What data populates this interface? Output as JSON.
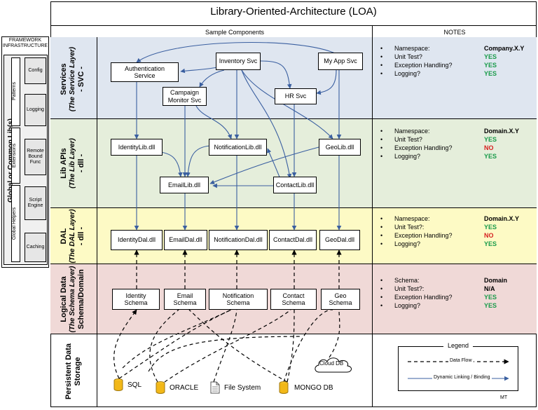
{
  "title": "Library-Oriented-Architecture (LOA)",
  "columns": {
    "components": "Sample Components",
    "notes": "NOTES"
  },
  "framework": {
    "header": "FRAMEWORK\nINFRASTRUCTURE",
    "vertical_label": "Global or Common Lib(s)",
    "group_labels": [
      "Patterns",
      "Extensions",
      "Global Helpers"
    ],
    "items": [
      "Config",
      "Logging",
      "Remote\nBound\nFunc",
      "Script\nEngine",
      "Caching"
    ]
  },
  "layers": [
    {
      "title": "Services",
      "subtitle": "(The Service Layer)",
      "suffix": "- SVC -",
      "color": "#dfe6f0"
    },
    {
      "title": "Lib APIs",
      "subtitle": "(The Lib Layer)",
      "suffix": "- dll -",
      "color": "#e5eedb"
    },
    {
      "title": "DAL",
      "subtitle": "(The DAL Layer)",
      "suffix": "- dll -",
      "color": "#fdfac5"
    },
    {
      "title": "Logical Data",
      "subtitle": "(The Schema Layer)",
      "suffix": "Schema/Domain",
      "color": "#f0d9d7"
    },
    {
      "title": "Persistent Data",
      "subtitle": "",
      "suffix": "Storage",
      "color": "#ffffff"
    }
  ],
  "components": {
    "services": [
      "Authentication\nService",
      "Inventory Svc",
      "My App Svc",
      "Campaign\nMonitor Svc",
      "HR Svc"
    ],
    "libs": [
      "IdentityLib.dll",
      "NotificationLib.dll",
      "GeoLib.dll",
      "EmailLib.dll",
      "ContactLib.dll"
    ],
    "dals": [
      "IdentityDal.dll",
      "EmailDal.dll",
      "NotificationDal.dll",
      "ContactDal.dll",
      "GeoDal.dll"
    ],
    "schemas": [
      "Identity\nSchema",
      "Email\nSchema",
      "Notification\nSchema",
      "Contact\nSchema",
      "Geo\nSchema"
    ],
    "storage": [
      "SQL",
      "ORACLE",
      "File System",
      "MONGO DB",
      "Cloud DB"
    ]
  },
  "notes": [
    {
      "rows": [
        {
          "key": "Namespace:",
          "value": "Company.X.Y",
          "status": "plain"
        },
        {
          "key": "Unit Test?",
          "value": "YES",
          "status": "yes"
        },
        {
          "key": "Exception Handling?",
          "value": "YES",
          "status": "yes"
        },
        {
          "key": "Logging?",
          "value": "YES",
          "status": "yes"
        }
      ]
    },
    {
      "rows": [
        {
          "key": "Namespace:",
          "value": "Domain.X.Y",
          "status": "plain"
        },
        {
          "key": "Unit Test?",
          "value": "YES",
          "status": "yes"
        },
        {
          "key": "Exception Handling?",
          "value": "NO",
          "status": "no"
        },
        {
          "key": "Logging?",
          "value": "YES",
          "status": "yes"
        }
      ]
    },
    {
      "rows": [
        {
          "key": "Namespace:",
          "value": "Domain.X.Y",
          "status": "plain"
        },
        {
          "key": "Unit Test?:",
          "value": "YES",
          "status": "yes"
        },
        {
          "key": "Exception Handling?",
          "value": "NO",
          "status": "no"
        },
        {
          "key": "Logging?",
          "value": "YES",
          "status": "yes"
        }
      ]
    },
    {
      "rows": [
        {
          "key": "Schema:",
          "value": "Domain",
          "status": "plain"
        },
        {
          "key": "Unit Test?:",
          "value": "N/A",
          "status": "plain"
        },
        {
          "key": "Exception Handling?",
          "value": "YES",
          "status": "yes"
        },
        {
          "key": "Logging?",
          "value": "YES",
          "status": "yes"
        }
      ]
    }
  ],
  "legend": {
    "title": "Legend",
    "data_flow": "Data Flow",
    "dynamic_linking": "Dynamic Linking / Binding"
  },
  "signature": "MT",
  "colors": {
    "arrow_blue": "#3a5fa0",
    "yes": "#1a9b4a",
    "no": "#d62020"
  }
}
